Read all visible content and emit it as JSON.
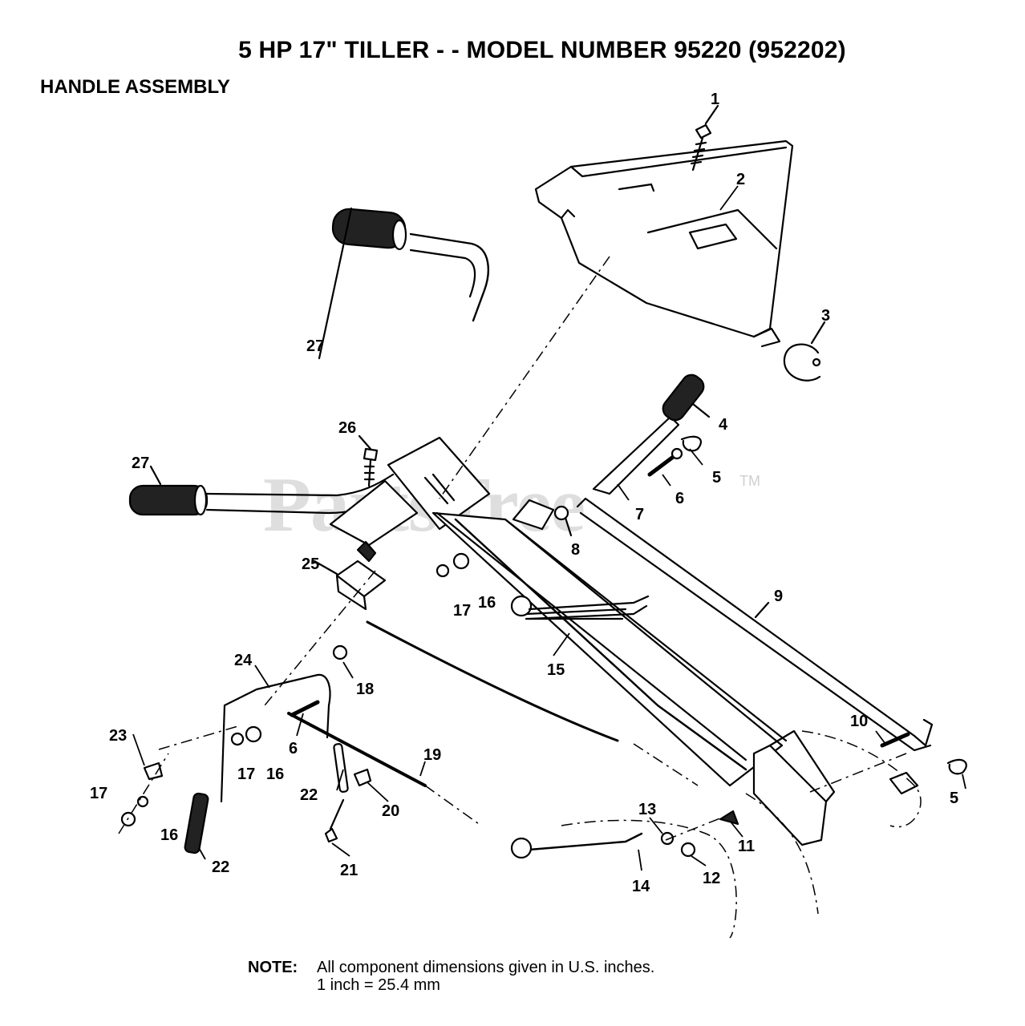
{
  "title": "5 HP 17\" TILLER - - MODEL NUMBER 95220 (952202)",
  "subtitle": "HANDLE ASSEMBLY",
  "watermark": {
    "text": "PartsTree",
    "tm": "TM"
  },
  "callouts": [
    "1",
    "2",
    "3",
    "4",
    "5",
    "6",
    "7",
    "8",
    "9",
    "10",
    "11",
    "12",
    "13",
    "14",
    "15",
    "16",
    "17",
    "18",
    "19",
    "20",
    "21",
    "22",
    "23",
    "24",
    "25",
    "26",
    "27"
  ],
  "note": {
    "label": "NOTE:",
    "line1": "All component dimensions given in U.S. inches.",
    "line2": "1 inch = 25.4 mm"
  },
  "colors": {
    "ink": "#000000",
    "watermark": "#dedede"
  }
}
